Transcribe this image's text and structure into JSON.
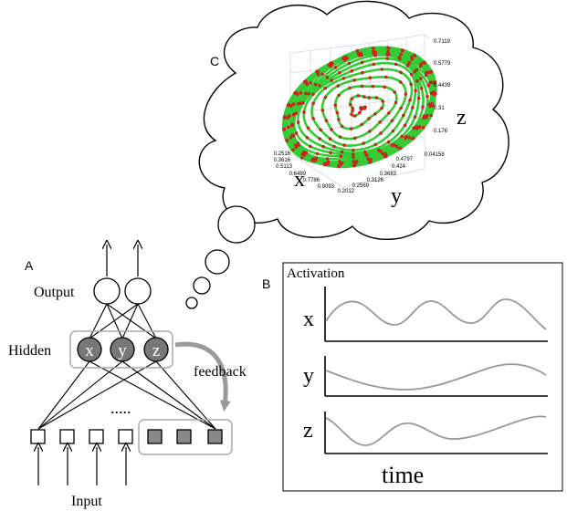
{
  "panels": {
    "a_label": "A",
    "b_label": "B",
    "c_label": "C"
  },
  "network": {
    "output_label": "Output",
    "hidden_label": "Hidden",
    "input_label": "Input",
    "feedback_label": "feedback",
    "ellipsis": ".....",
    "hidden_units": [
      "x",
      "y",
      "z"
    ]
  },
  "activation": {
    "title": "Activation",
    "rows": [
      "x",
      "y",
      "z"
    ],
    "xlabel": "time"
  },
  "attractor": {
    "axis_x": "x",
    "axis_y": "y",
    "axis_z": "z",
    "z_ticks": [
      "0.7119",
      "0.5779",
      "0.4439",
      "0.31",
      "0.176",
      "0.04158"
    ],
    "y_ticks": [
      "0.4797",
      "0.424",
      "0.3683",
      "0.3126",
      "0.2569",
      "0.2012"
    ],
    "x_ticks": [
      "0.2516",
      "0.3616",
      "0.5113",
      "0.6489",
      "0.7786",
      "0.9093"
    ]
  },
  "colors": {
    "hidden_unit_fill": "#777777",
    "context_unit_fill": "#888888",
    "box_stroke": "#aaaaaa",
    "curve": "#999999",
    "trajectory_green": "#33cc33",
    "trajectory_red": "#cc2222"
  }
}
